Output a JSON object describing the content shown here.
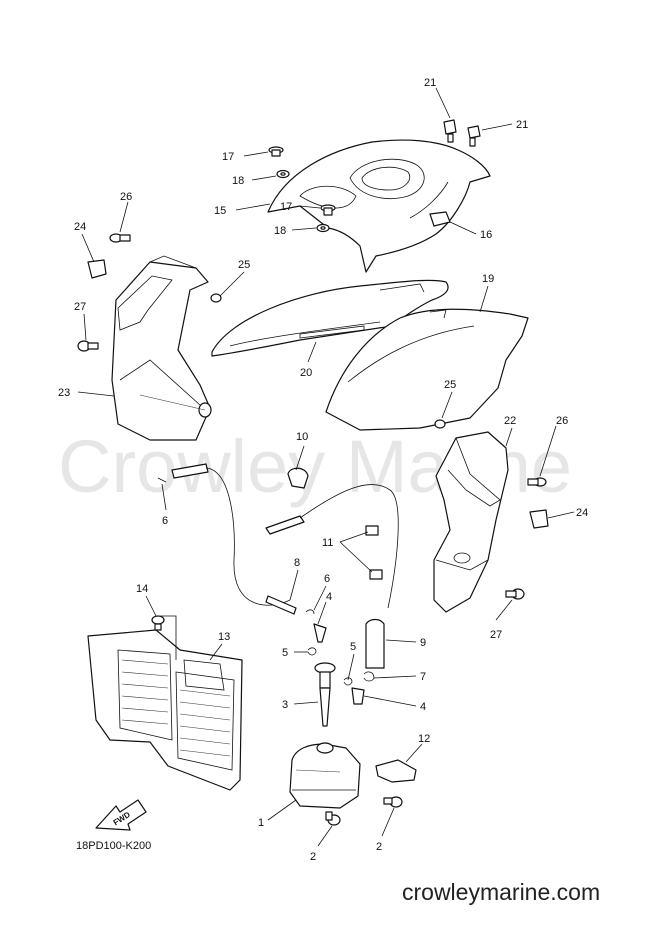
{
  "diagram": {
    "drawing_code": "18PD100-K200",
    "watermark": "Crowley Marine",
    "site": "crowleymarine.com",
    "fwd_label": "FWD"
  },
  "callouts": [
    {
      "id": "c21a",
      "text": "21"
    },
    {
      "id": "c21b",
      "text": "21"
    },
    {
      "id": "c17a",
      "text": "17"
    },
    {
      "id": "c18a",
      "text": "18"
    },
    {
      "id": "c15",
      "text": "15"
    },
    {
      "id": "c17b",
      "text": "17"
    },
    {
      "id": "c18b",
      "text": "18"
    },
    {
      "id": "c16",
      "text": "16"
    },
    {
      "id": "c26a",
      "text": "26"
    },
    {
      "id": "c24a",
      "text": "24"
    },
    {
      "id": "c25a",
      "text": "25"
    },
    {
      "id": "c27a",
      "text": "27"
    },
    {
      "id": "c23",
      "text": "23"
    },
    {
      "id": "c20",
      "text": "20"
    },
    {
      "id": "c19",
      "text": "19"
    },
    {
      "id": "c25b",
      "text": "25"
    },
    {
      "id": "c22",
      "text": "22"
    },
    {
      "id": "c26b",
      "text": "26"
    },
    {
      "id": "c24b",
      "text": "24"
    },
    {
      "id": "c27b",
      "text": "27"
    },
    {
      "id": "c10",
      "text": "10"
    },
    {
      "id": "c6a",
      "text": "6"
    },
    {
      "id": "c11",
      "text": "11"
    },
    {
      "id": "c8",
      "text": "8"
    },
    {
      "id": "c6b",
      "text": "6"
    },
    {
      "id": "c4a",
      "text": "4"
    },
    {
      "id": "c5a",
      "text": "5"
    },
    {
      "id": "c5b",
      "text": "5"
    },
    {
      "id": "c9",
      "text": "9"
    },
    {
      "id": "c7",
      "text": "7"
    },
    {
      "id": "c3",
      "text": "3"
    },
    {
      "id": "c4b",
      "text": "4"
    },
    {
      "id": "c14",
      "text": "14"
    },
    {
      "id": "c13",
      "text": "13"
    },
    {
      "id": "c12",
      "text": "12"
    },
    {
      "id": "c1",
      "text": "1"
    },
    {
      "id": "c2a",
      "text": "2"
    },
    {
      "id": "c2b",
      "text": "2"
    }
  ]
}
